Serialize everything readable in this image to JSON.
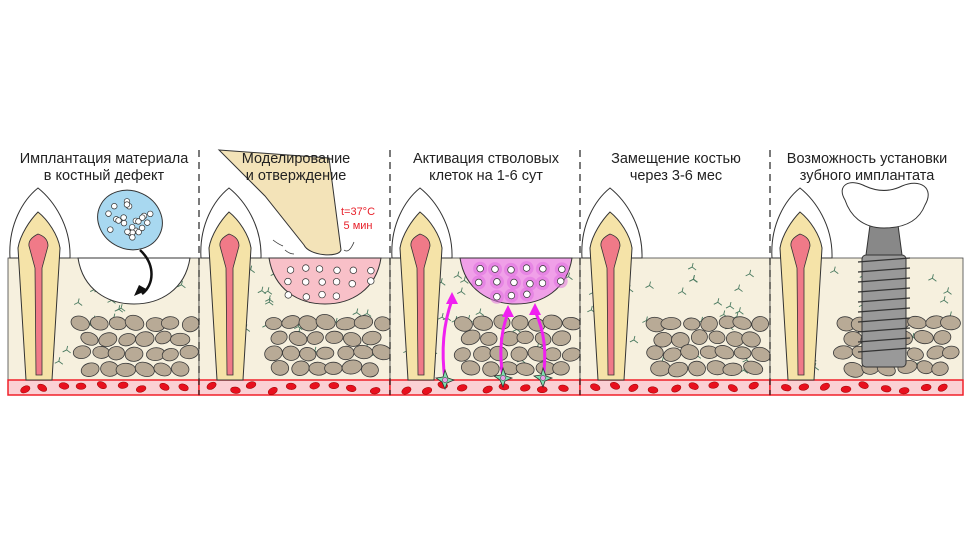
{
  "panels": [
    {
      "title_line1": "Имплантация материала",
      "title_line2": "в костный дефект"
    },
    {
      "title_line1": "Моделирование",
      "title_line2": "и отверждение"
    },
    {
      "title_line1": "Активация стволовых",
      "title_line2": "клеток на 1-6 сут"
    },
    {
      "title_line1": "Замещение костью",
      "title_line2": "через 3-6 мес"
    },
    {
      "title_line1": "Возможность установки",
      "title_line2": "зубного имплантата"
    }
  ],
  "curing": {
    "temperature": "t=37°C",
    "time": "5 мин"
  },
  "colors": {
    "bone": "#f6f0de",
    "cobble": "#b8aa96",
    "blood": "#f0202a",
    "material": "#a8d8f0",
    "gel": "#f8c0c8",
    "activated": "#f0a0e8",
    "arrow": "#f020f0",
    "stem_cell": "#80e0b0",
    "pulp": "#f07a88",
    "dentin": "#f5e3a8",
    "implant": "#999999"
  }
}
